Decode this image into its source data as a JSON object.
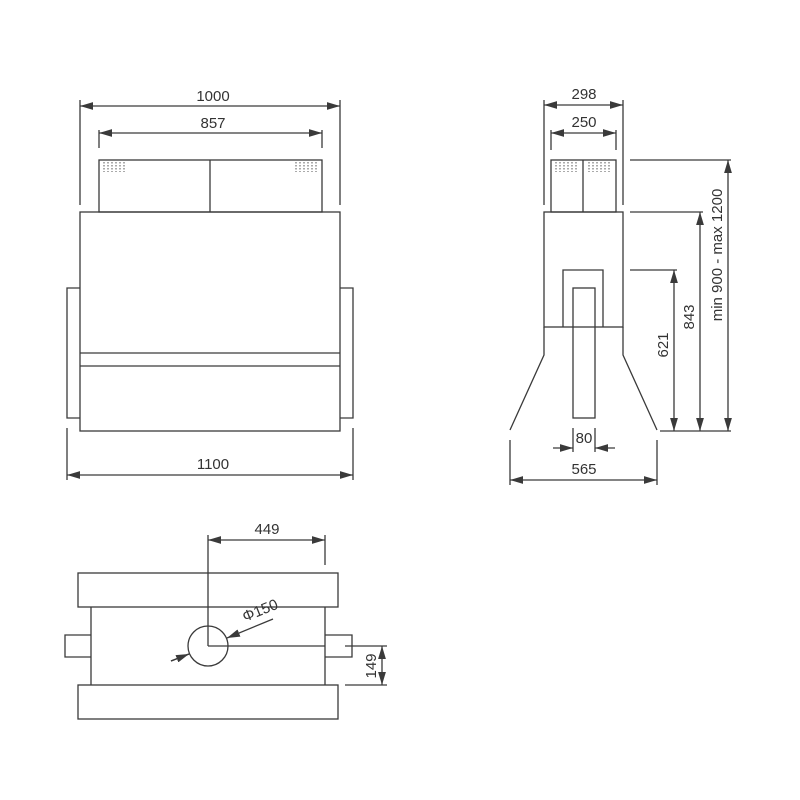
{
  "front_view": {
    "overall_width": "1000",
    "duct_width": "857",
    "total_width": "1100"
  },
  "side_view": {
    "duct_depth_outer": "298",
    "duct_depth_inner": "250",
    "slot_width": "80",
    "base_depth": "565",
    "height_621": "621",
    "height_843": "843",
    "height_range": "min 900 - max 1200"
  },
  "plan_view": {
    "outlet_offset": "449",
    "outlet_diameter": "Φ150",
    "outlet_depth": "149"
  },
  "colors": {
    "line": "#3a3a3a",
    "background": "#ffffff"
  }
}
